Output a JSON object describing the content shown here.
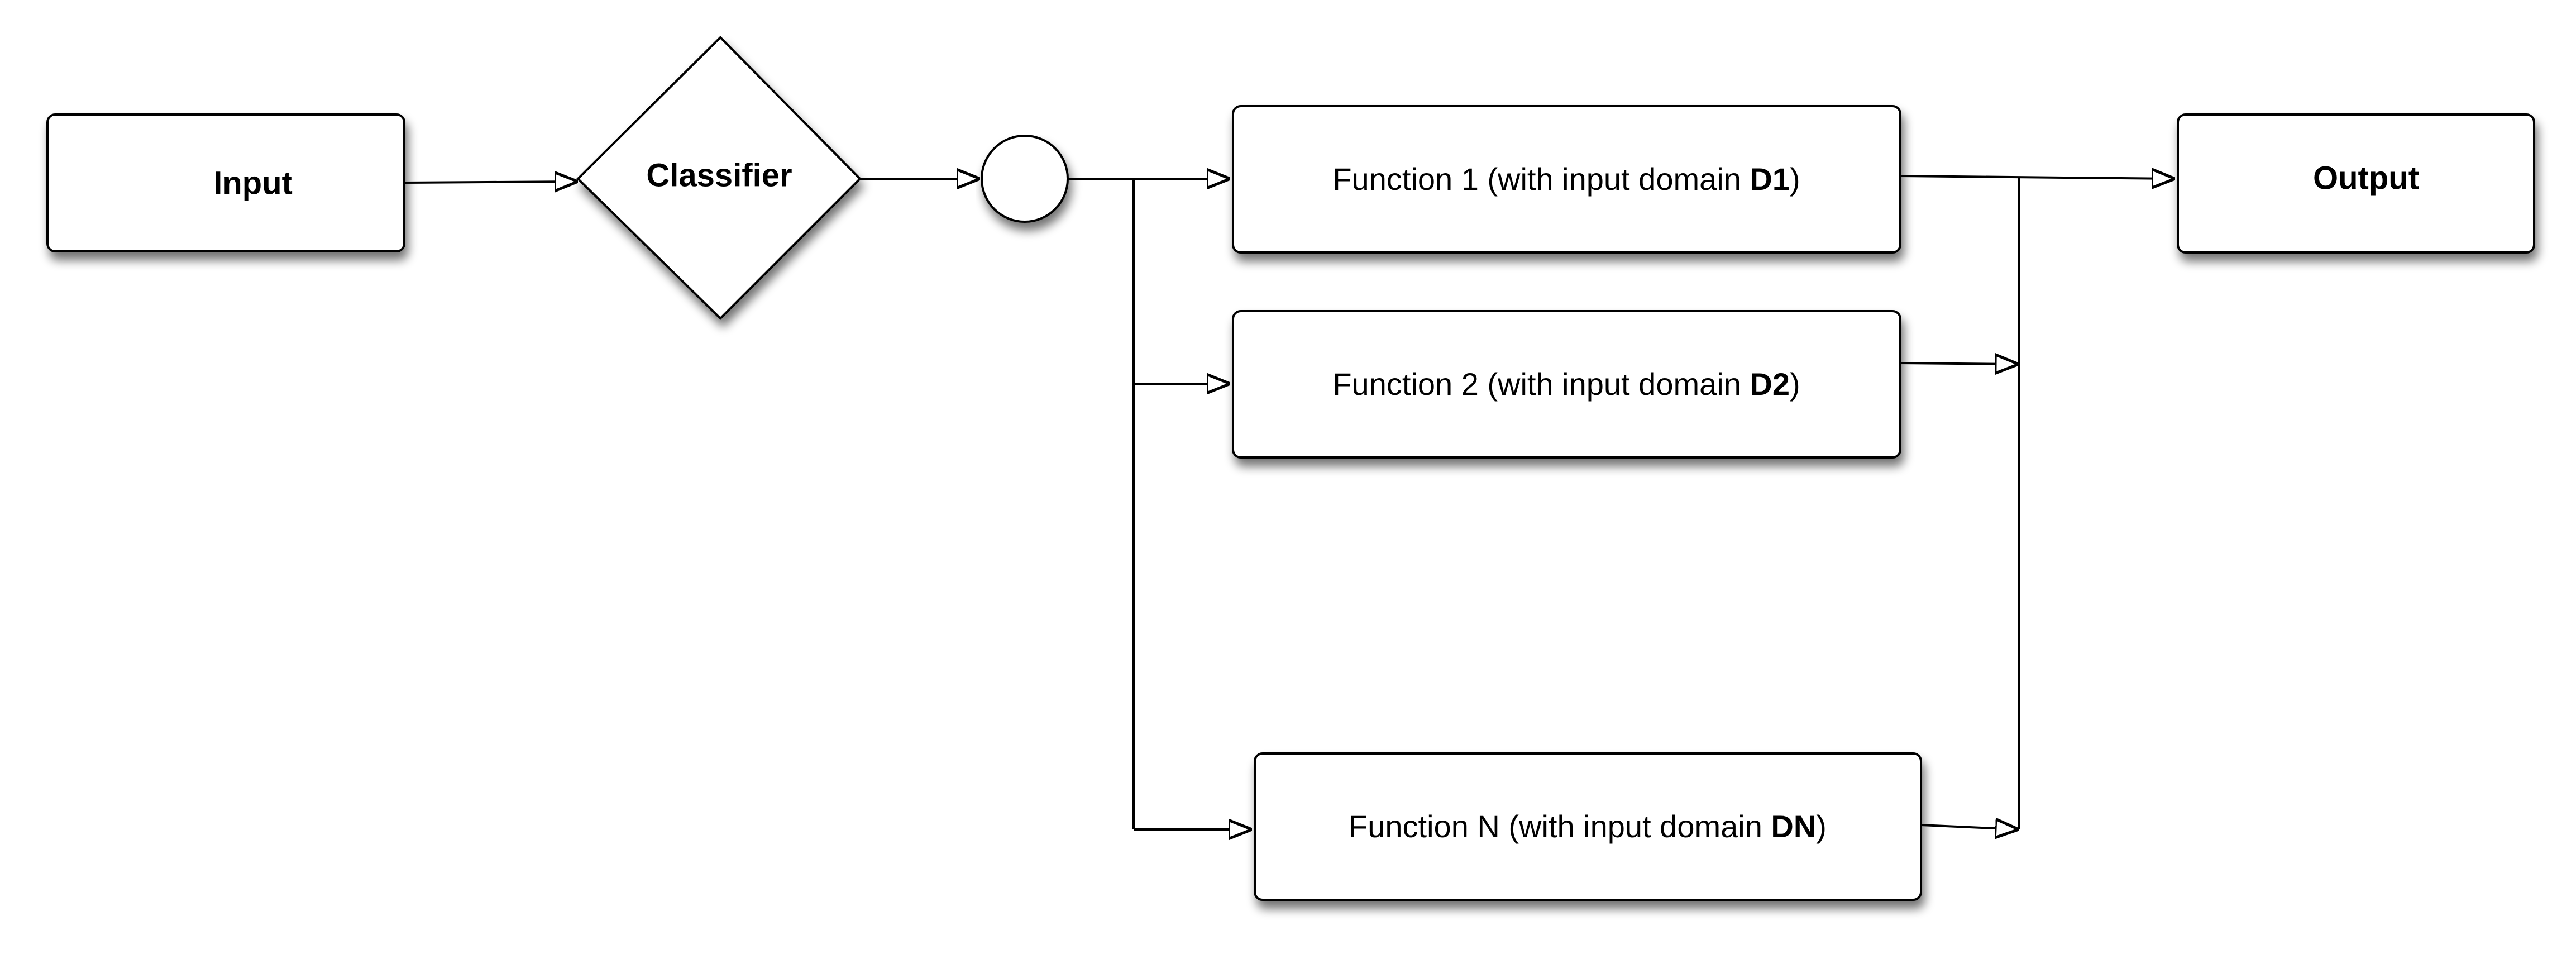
{
  "nodes": {
    "input": {
      "label": "Input"
    },
    "classifier": {
      "label": "Classifier"
    },
    "function_1": {
      "prefix": "Function 1 (with input domain ",
      "domain": "D1",
      "suffix": ")"
    },
    "function_2": {
      "prefix": "Function 2 (with input domain ",
      "domain": "D2",
      "suffix": ")"
    },
    "function_n": {
      "prefix": "Function N (with input domain ",
      "domain": "DN",
      "suffix": ")"
    },
    "output": {
      "label": "Output"
    }
  },
  "colors": {
    "stroke": "#000000",
    "fill": "#ffffff",
    "shadow": "#000000"
  }
}
